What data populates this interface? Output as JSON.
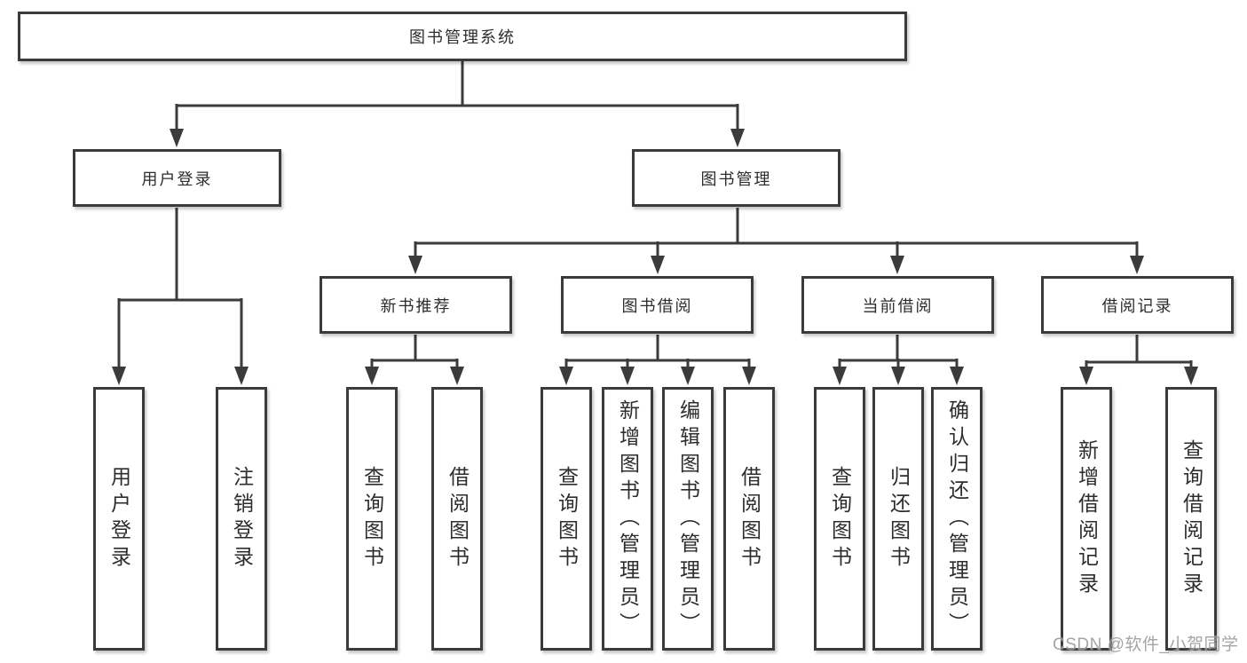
{
  "tree": {
    "root": {
      "label": "图书管理系统",
      "children": [
        {
          "label": "用户登录",
          "children": [
            {
              "label": "用户登录"
            },
            {
              "label": "注销登录"
            }
          ]
        },
        {
          "label": "图书管理",
          "children": [
            {
              "label": "新书推荐",
              "children": [
                {
                  "label": "查询图书"
                },
                {
                  "label": "借阅图书"
                }
              ]
            },
            {
              "label": "图书借阅",
              "children": [
                {
                  "label": "查询图书"
                },
                {
                  "label": "新增图书（管理员）"
                },
                {
                  "label": "编辑图书（管理员）"
                },
                {
                  "label": "借阅图书"
                }
              ]
            },
            {
              "label": "当前借阅",
              "children": [
                {
                  "label": "查询图书"
                },
                {
                  "label": "归还图书"
                },
                {
                  "label": "确认归还（管理员）"
                }
              ]
            },
            {
              "label": "借阅记录",
              "children": [
                {
                  "label": "新增借阅记录"
                },
                {
                  "label": "查询借阅记录"
                }
              ]
            }
          ]
        }
      ]
    }
  },
  "watermark": {
    "text": "CSDN @软件_小贺同学"
  },
  "colors": {
    "line": "#3b3b3b",
    "box_border": "#3b3b3b",
    "text": "#2d2d2d",
    "watermark": "#9b9b9b",
    "background": "#ffffff"
  }
}
